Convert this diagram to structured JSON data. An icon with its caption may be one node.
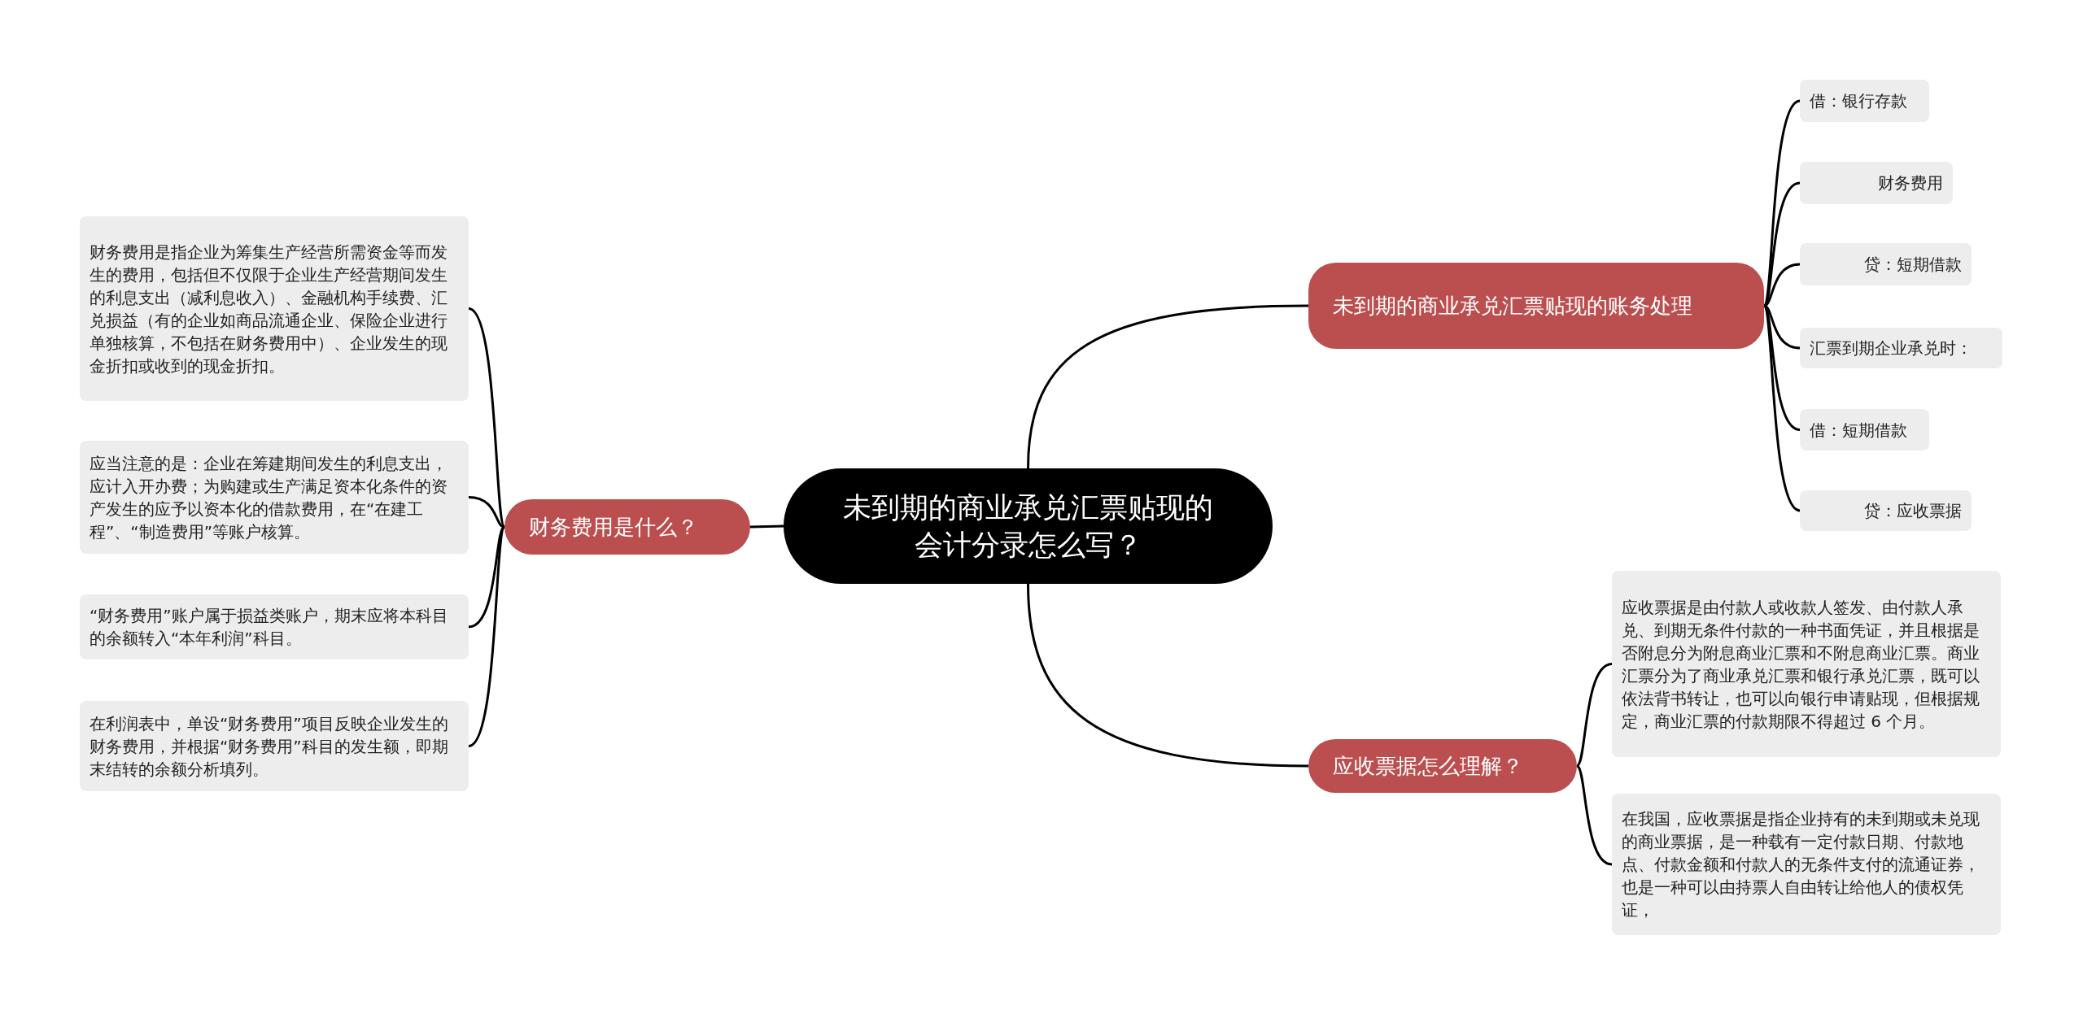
{
  "diagram": {
    "nodes": [
      {
        "text": [
          "未到期的商业承兑汇票贴现的会计分录怎么写？"
        ]
      },
      {
        "text": [
          "未到期的商业承兑汇票贴现的账务处理"
        ]
      },
      {
        "text": [
          "借：银行存款"
        ]
      },
      {
        "text": [
          "财务费用"
        ]
      },
      {
        "text": [
          "贷：短期借款"
        ]
      },
      {
        "text": [
          "汇票到期企业承兑时："
        ]
      },
      {
        "text": [
          "借：短期借款"
        ]
      },
      {
        "text": [
          "贷：应收票据"
        ]
      },
      {
        "text": [
          "应收票据怎么理解？"
        ]
      },
      {
        "text": [
          "应收票据是由付款人或收款人签发、由付款人承兑、到期无条件付款的一种书面凭证，并且根据是否附息分为附息商业汇票和不附息商业汇票。商业汇票分为了商业承兑汇票和银行承兑汇票，既可以依法背书转让，也可以向银行申请贴现，但根据规定，商业汇票的付款期限不得超过 6 个月。"
        ]
      },
      {
        "text": [
          "在我国，应收票据是指企业持有的未到期或未兑现的商业票据，是一种载有一定付款日期、付款地点、付款金额和付款人的无条件支付的流通证券，也是一种可以由持票人自由转让给他人的债权凭证，"
        ]
      },
      {
        "text": [
          "财务费用是什么？"
        ]
      },
      {
        "text": [
          "财务费用是指企业为筹集生产经营所需资金等而发生的费用，包括但不仅限于企业生产经营期间发生的利息支出（减利息收入）、金融机构手续费、汇兑损益（有的企业如商品流通企业、保险企业进行单独核算，不包括在财务费用中）、企业发生的现金折扣或收到的现金折扣。"
        ]
      },
      {
        "text": [
          "应当注意的是：企业在筹建期间发生的利息支出，应计入开办费；为购建或生产满足资本化条件的资产发生的应予以资本化的借款费用，在“在建工程”、“制造费用”等账户核算。"
        ]
      },
      {
        "text": [
          "“财务费用”账户属于损益类账户，期末应将本科目的余额转入“本年利润”科目。"
        ]
      },
      {
        "text": [
          "在利润表中，单设“财务费用”项目反映企业发生的财务费用，并根据“财务费用”科目的发生额，即期末结转的余额分析填列。"
        ]
      }
    ],
    "edges": [
      {
        "from": 0,
        "to": 1,
        "arrow": "none"
      },
      {
        "from": 1,
        "to": 2,
        "arrow": "none"
      },
      {
        "from": 1,
        "to": 3,
        "arrow": "none"
      },
      {
        "from": 1,
        "to": 4,
        "arrow": "none"
      },
      {
        "from": 1,
        "to": 5,
        "arrow": "none"
      },
      {
        "from": 1,
        "to": 6,
        "arrow": "none"
      },
      {
        "from": 1,
        "to": 7,
        "arrow": "none"
      },
      {
        "from": 0,
        "to": 8,
        "arrow": "none"
      },
      {
        "from": 8,
        "to": 9,
        "arrow": "none"
      },
      {
        "from": 8,
        "to": 10,
        "arrow": "none"
      },
      {
        "from": 0,
        "to": 11,
        "arrow": "none"
      },
      {
        "from": 11,
        "to": 12,
        "arrow": "none"
      },
      {
        "from": 11,
        "to": 13,
        "arrow": "none"
      },
      {
        "from": 11,
        "to": 14,
        "arrow": "none"
      },
      {
        "from": 11,
        "to": 15,
        "arrow": "none"
      }
    ]
  }
}
